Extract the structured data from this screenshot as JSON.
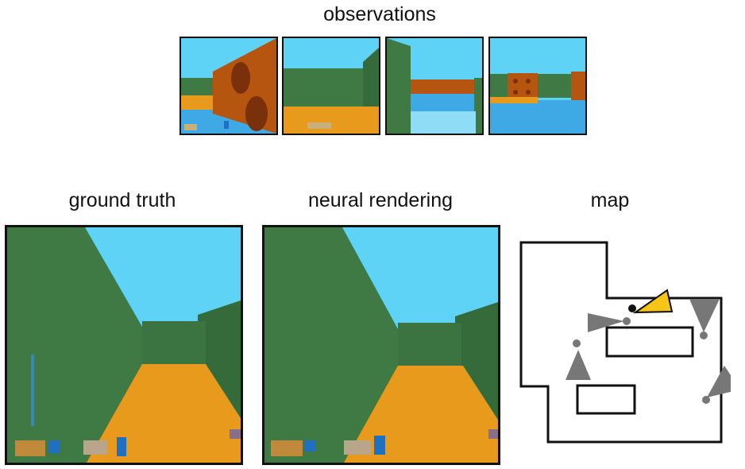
{
  "titles": {
    "observations": "observations",
    "ground_truth": "ground truth",
    "neural_rendering": "neural rendering",
    "map": "map"
  },
  "colors": {
    "sky": "#5fd3f5",
    "wall_green": "#3f7a45",
    "floor_orange": "#e89a1c",
    "wall_brown": "#b5550f",
    "water": "#3fa9e6",
    "agent_highlight": "#f5c518",
    "agent_gray": "#777777"
  },
  "observations": [
    {
      "name": "obs-1"
    },
    {
      "name": "obs-2"
    },
    {
      "name": "obs-3"
    },
    {
      "name": "obs-4"
    }
  ],
  "map": {
    "agents": [
      {
        "name": "highlighted-agent",
        "color": "#f5c518"
      },
      {
        "name": "gray-agent-1",
        "color": "#777777"
      },
      {
        "name": "gray-agent-2",
        "color": "#777777"
      },
      {
        "name": "gray-agent-3",
        "color": "#777777"
      },
      {
        "name": "gray-agent-4",
        "color": "#777777"
      }
    ]
  }
}
